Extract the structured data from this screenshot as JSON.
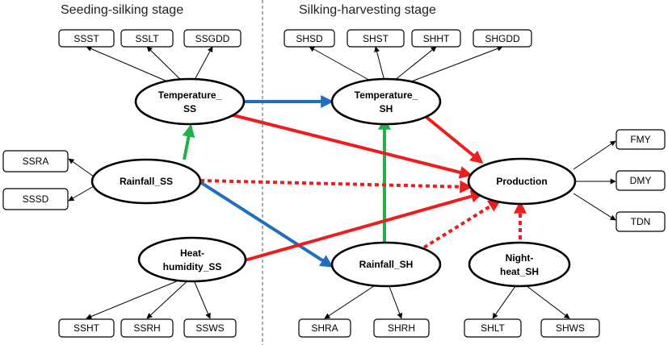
{
  "stages": {
    "left": "Seeding-silking stage",
    "right": "Silking-harvesting stage"
  },
  "nodes": {
    "temperature_ss": [
      "Temperature_",
      "SS"
    ],
    "temperature_sh": [
      "Temperature_",
      "SH"
    ],
    "rainfall_ss": [
      "Rainfall_SS"
    ],
    "production": [
      "Production"
    ],
    "heat_humidity_ss": [
      "Heat-",
      "humidity_SS"
    ],
    "rainfall_sh": [
      "Rainfall_SH"
    ],
    "night_heat_sh": [
      "Night-",
      "heat_SH"
    ]
  },
  "indicators": {
    "ssst": "SSST",
    "sslt": "SSLT",
    "ssgdd": "SSGDD",
    "shsd": "SHSD",
    "shst": "SHST",
    "shht": "SHHT",
    "shgdd": "SHGDD",
    "ssra": "SSRA",
    "sssd": "SSSD",
    "fmy": "FMY",
    "dmy": "DMY",
    "tdn": "TDN",
    "ssht": "SSHT",
    "ssrh": "SSRH",
    "ssws": "SSWS",
    "shra": "SHRA",
    "shrh": "SHRH",
    "shlt": "SHLT",
    "shws": "SHWS"
  },
  "colors": {
    "red": "#ee1c1c",
    "blue": "#1f6ebf",
    "green": "#21b14a",
    "black": "#000000",
    "divider": "#555555"
  }
}
